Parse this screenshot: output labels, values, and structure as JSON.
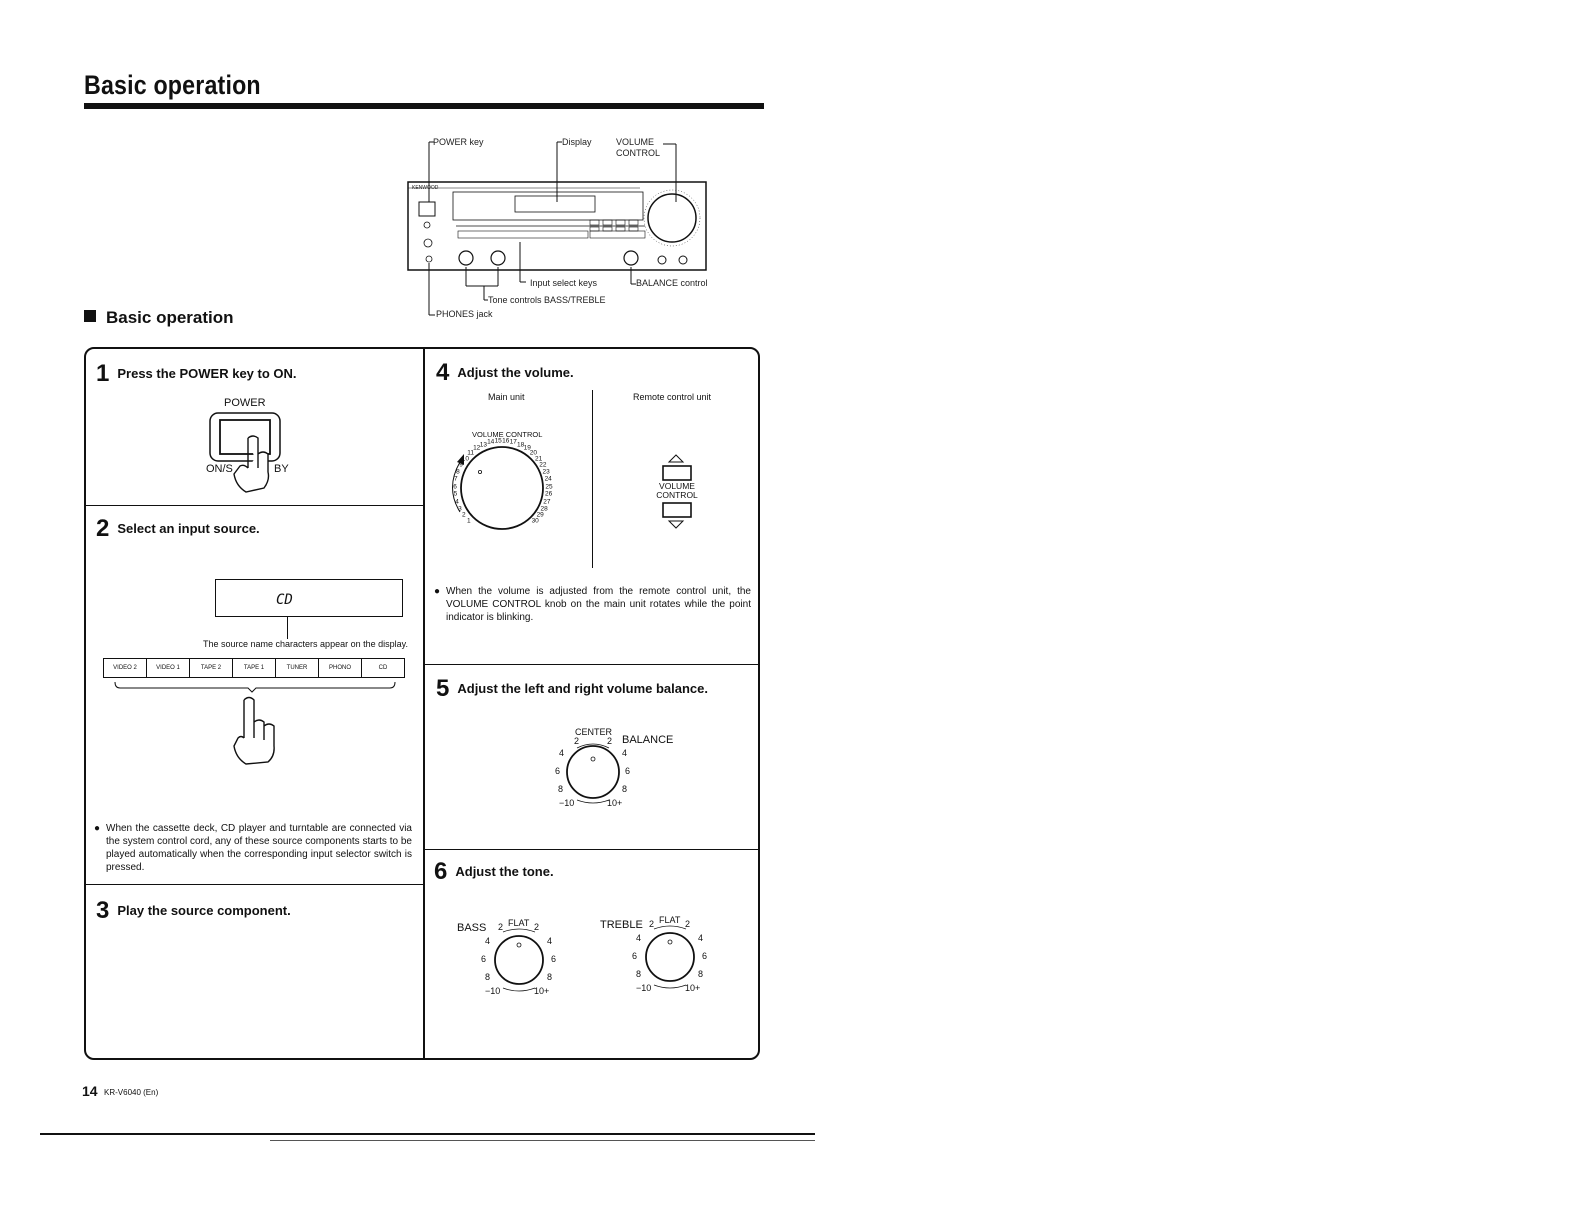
{
  "header": {
    "title": "Basic operation"
  },
  "front_panel": {
    "power_key": "POWER key",
    "display": "Display",
    "volume_control": [
      "VOLUME",
      "CONTROL"
    ],
    "input_select_keys": "Input select keys",
    "tone_controls": "Tone controls BASS/TREBLE",
    "balance_control": "BALANCE control",
    "phones_jack": "PHONES jack",
    "brand": "KENWOOD"
  },
  "section": {
    "heading": "Basic operation"
  },
  "steps": [
    {
      "num": "1",
      "title": "Press the POWER key to ON."
    },
    {
      "num": "2",
      "title": "Select an input source."
    },
    {
      "num": "3",
      "title": "Play the source component."
    },
    {
      "num": "4",
      "title": "Adjust the volume."
    },
    {
      "num": "5",
      "title": "Adjust the left and right volume balance."
    },
    {
      "num": "6",
      "title": "Adjust the tone."
    }
  ],
  "step1": {
    "power_label": "POWER",
    "on_left": "ON/S",
    "on_right": "BY"
  },
  "step2": {
    "display_text": "CD",
    "caption": "The source name characters appear on the display.",
    "input_keys": [
      "VIDEO 2",
      "VIDEO 1",
      "TAPE 2",
      "TAPE 1",
      "TUNER",
      "PHONO",
      "CD"
    ],
    "note": "When the cassette deck, CD player and turntable are connected via the system control cord, any of these source components starts to be played automatically when the corresponding input selector switch is pressed."
  },
  "step4": {
    "main_unit": "Main unit",
    "remote_unit": "Remote control unit",
    "knob_label": "VOLUME CONTROL",
    "remote_label": [
      "VOLUME",
      "CONTROL"
    ],
    "scale": [
      "1",
      "2",
      "3",
      "4",
      "5",
      "6",
      "7",
      "8",
      "9",
      "10",
      "11",
      "12",
      "13",
      "14",
      "15",
      "16",
      "17",
      "18",
      "19",
      "20",
      "21",
      "22",
      "23",
      "24",
      "25",
      "26",
      "27",
      "28",
      "29",
      "30"
    ],
    "note": "When the volume is adjusted from the remote control unit, the VOLUME CONTROL knob on the main unit rotates while the point indicator is blinking."
  },
  "step5": {
    "center": "CENTER",
    "balance": "BALANCE",
    "left_scale": [
      "2",
      "4",
      "6",
      "8",
      "−10"
    ],
    "right_scale": [
      "2",
      "4",
      "6",
      "8",
      "10+"
    ]
  },
  "step6": {
    "bass": "BASS",
    "treble": "TREBLE",
    "flat": "FLAT",
    "left_scale": [
      "2",
      "4",
      "6",
      "8",
      "−10"
    ],
    "right_scale": [
      "2",
      "4",
      "6",
      "8",
      "10+"
    ]
  },
  "footer": {
    "page": "14",
    "model": "KR-V6040 (En)"
  }
}
